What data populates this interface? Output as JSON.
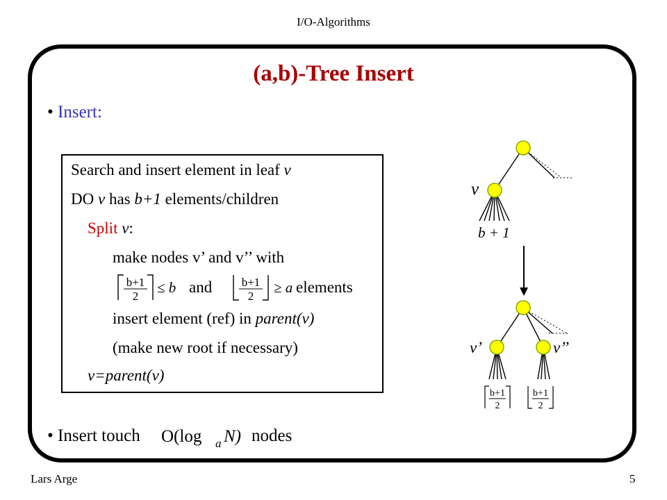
{
  "header": {
    "course": "I/O-Algorithms"
  },
  "slide": {
    "title": "(a,b)-Tree Insert",
    "bullet1": "Insert:",
    "bullet2_pre": "Insert touch",
    "bullet2_post": "nodes",
    "bullet_glyph": "•"
  },
  "algorithm": {
    "l1_pre": "Search and insert element in leaf ",
    "l1_var": "v",
    "l2_pre": "DO ",
    "l2_var": "v",
    "l2_mid": " has ",
    "l2_expr": "b+1",
    "l2_post": " elements/children",
    "l3_pre": "Split ",
    "l3_var": "v",
    "l3_post": ":",
    "l4": "make nodes v’ and v’’ with",
    "l5_and": "and",
    "l5_elements": "elements",
    "l6_pre": "insert element (ref) in ",
    "l6_var": "parent(v)",
    "l7": "(make new root if necessary)",
    "l8": "v=parent(v)"
  },
  "math": {
    "frac_num": "b+1",
    "frac_den": "2",
    "le_b": "≤ b",
    "ge_a": "≥ a",
    "big_o": "O(log",
    "big_o_sub": "a",
    "big_o_arg": " N)"
  },
  "diagram": {
    "label_v": "v",
    "label_b1": "b + 1",
    "label_v1": "v’",
    "label_v2": "v’’",
    "node_fill": "#ffff00",
    "node_stroke": "#88aa00"
  },
  "footer": {
    "author": "Lars Arge",
    "page": "5"
  }
}
